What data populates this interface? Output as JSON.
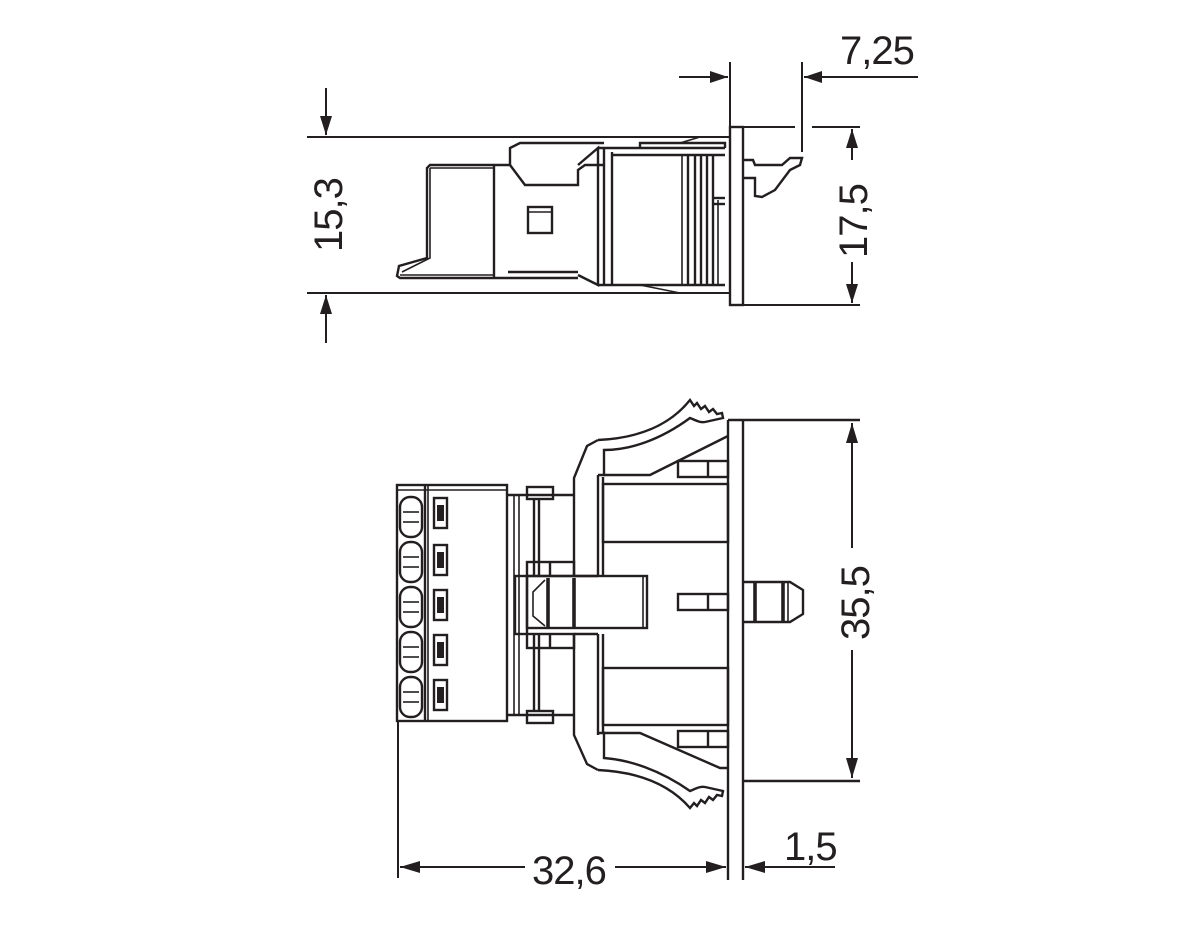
{
  "figure": {
    "type": "technical-dimension-drawing",
    "subject": "pluggable connector with mounting flange and 5-pole terminal block",
    "line_color": "#231f20",
    "background_color": "#ffffff"
  },
  "views": {
    "side_view": {
      "label": "side view",
      "dimensions": {
        "height_body": "15,3",
        "height_flange": "17,5",
        "depth_behind_flange": "7,25"
      }
    },
    "top_view": {
      "label": "top view",
      "pole_count": 5,
      "dimensions": {
        "overall_width": "35,5",
        "length_to_flange": "32,6",
        "flange_thickness": "1,5"
      }
    }
  }
}
